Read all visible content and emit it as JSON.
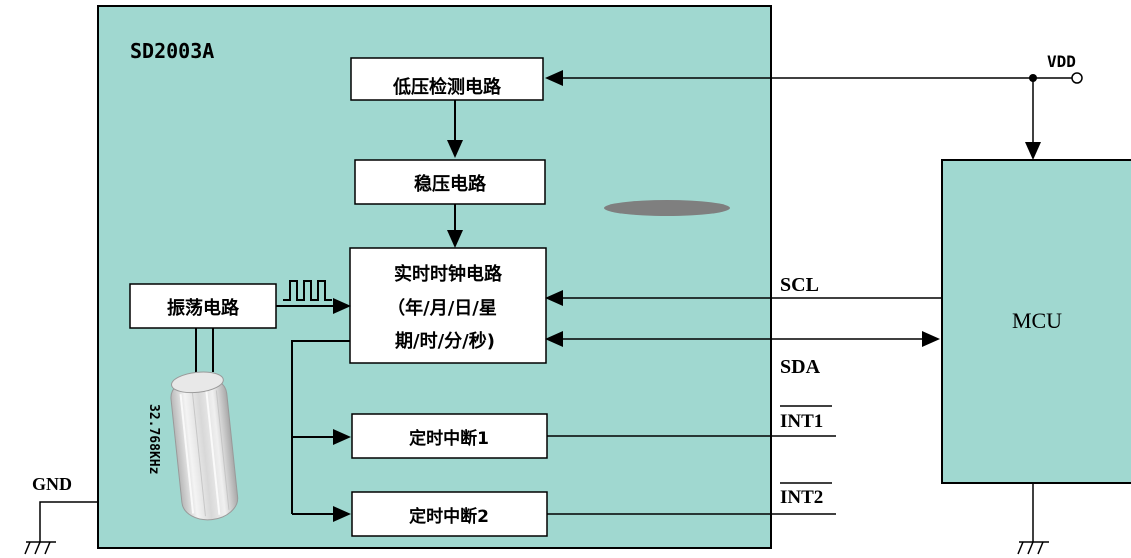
{
  "chip": {
    "label": "SD2003A",
    "fill_color": "#a0d8d0",
    "blocks": {
      "low_voltage": "低压检测电路",
      "regulator": "稳压电路",
      "rtc_line1": "实时时钟电路",
      "rtc_line2": "（年/月/日/星",
      "rtc_line3": "期/时/分/秒)",
      "oscillator": "振荡电路",
      "timer_int1": "定时中断1",
      "timer_int2": "定时中断2"
    },
    "crystal_label": "32.768KHz"
  },
  "mcu": {
    "label": "MCU",
    "fill_color": "#a0d8d0"
  },
  "signals": {
    "vdd": "VDD",
    "gnd": "GND",
    "scl": "SCL",
    "sda": "SDA",
    "int1": "INT1",
    "int2": "INT2"
  }
}
